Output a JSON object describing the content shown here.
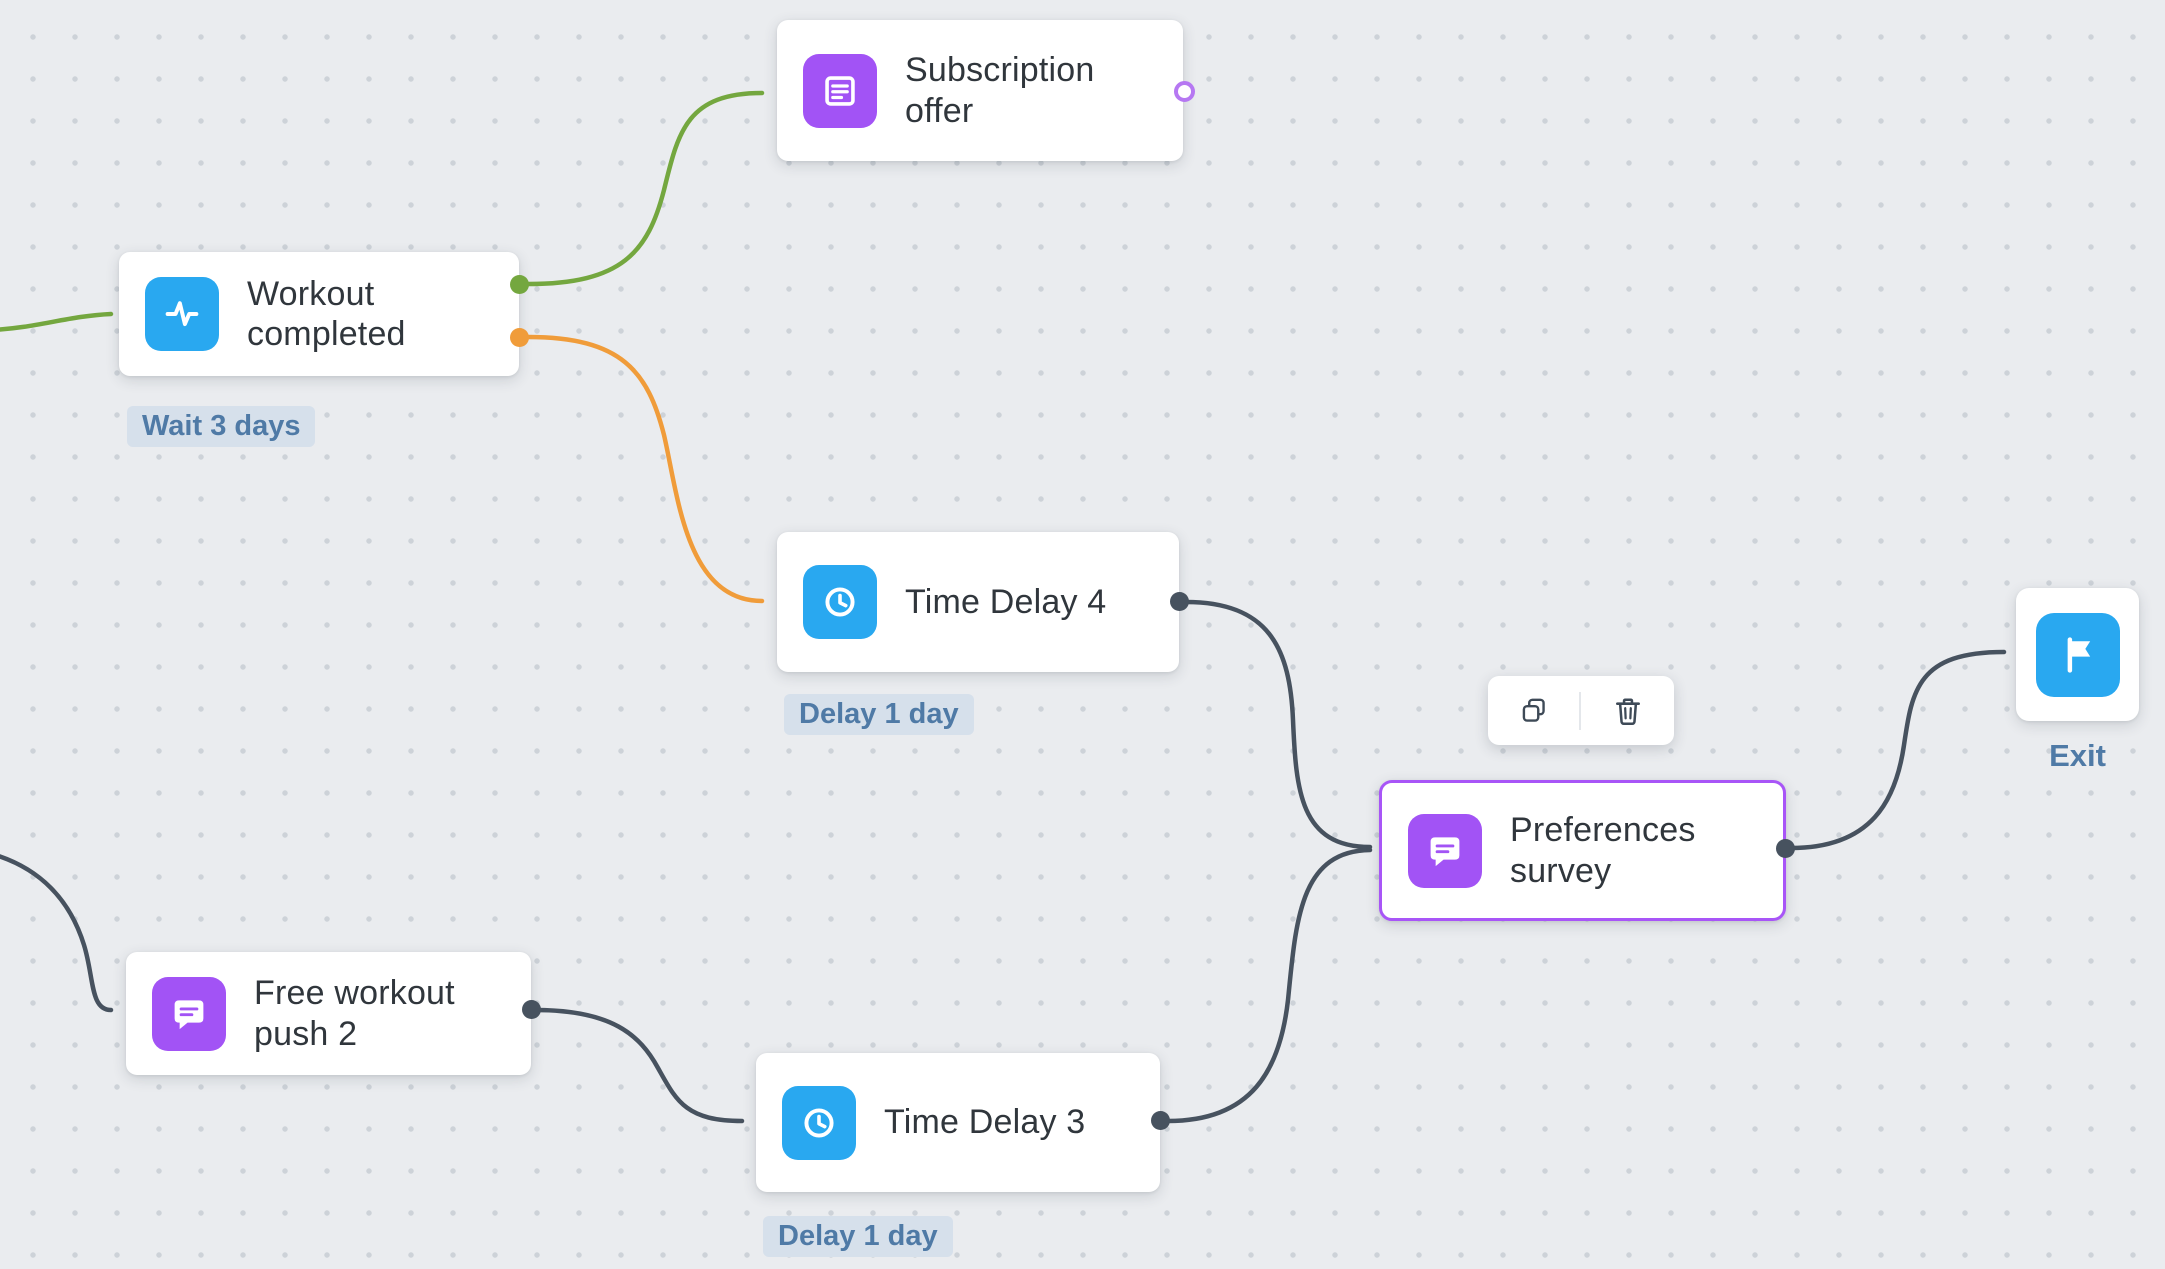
{
  "canvas": {
    "background": "#eaecef",
    "dot_color": "#cdd2d8"
  },
  "colors": {
    "icon_blue": "#29a8f0",
    "icon_purple": "#a253f5",
    "edge_green": "#74a73f",
    "edge_orange": "#f09c3a",
    "edge_dark": "#47525f",
    "selected_border": "#a855f7",
    "badge_bg": "#d6e0eb",
    "badge_text": "#4f7aa6"
  },
  "nodes": [
    {
      "id": "subscription-offer",
      "label": "Subscription offer",
      "icon": "article-icon",
      "icon_color": "purple",
      "output_port": "unconnected"
    },
    {
      "id": "workout-completed",
      "label": "Workout completed",
      "icon": "activity-icon",
      "icon_color": "blue",
      "badge": "Wait 3 days",
      "output_ports": [
        "green",
        "orange"
      ]
    },
    {
      "id": "time-delay-4",
      "label": "Time Delay 4",
      "icon": "clock-icon",
      "icon_color": "blue",
      "badge": "Delay 1 day",
      "output_port": "connected"
    },
    {
      "id": "free-workout-push-2",
      "label": "Free workout push 2",
      "icon": "message-icon",
      "icon_color": "purple",
      "output_port": "connected"
    },
    {
      "id": "time-delay-3",
      "label": "Time Delay 3",
      "icon": "clock-icon",
      "icon_color": "blue",
      "badge": "Delay 1 day",
      "output_port": "connected"
    },
    {
      "id": "preferences-survey",
      "label": "Preferences survey",
      "icon": "message-icon",
      "icon_color": "purple",
      "selected": true,
      "output_port": "connected"
    },
    {
      "id": "exit",
      "label": "Exit",
      "icon": "flag-icon",
      "icon_color": "blue"
    }
  ],
  "edges": [
    {
      "from": "offscreen-left",
      "to": "workout-completed",
      "color": "green"
    },
    {
      "from": "workout-completed",
      "to": "subscription-offer",
      "color": "green"
    },
    {
      "from": "workout-completed",
      "to": "time-delay-4",
      "color": "orange"
    },
    {
      "from": "time-delay-4",
      "to": "preferences-survey",
      "color": "dark"
    },
    {
      "from": "offscreen-left",
      "to": "free-workout-push-2",
      "color": "dark"
    },
    {
      "from": "free-workout-push-2",
      "to": "time-delay-3",
      "color": "dark"
    },
    {
      "from": "time-delay-3",
      "to": "preferences-survey",
      "color": "dark"
    },
    {
      "from": "preferences-survey",
      "to": "exit",
      "color": "dark"
    }
  ],
  "toolbar": {
    "actions": [
      "copy",
      "delete"
    ]
  }
}
